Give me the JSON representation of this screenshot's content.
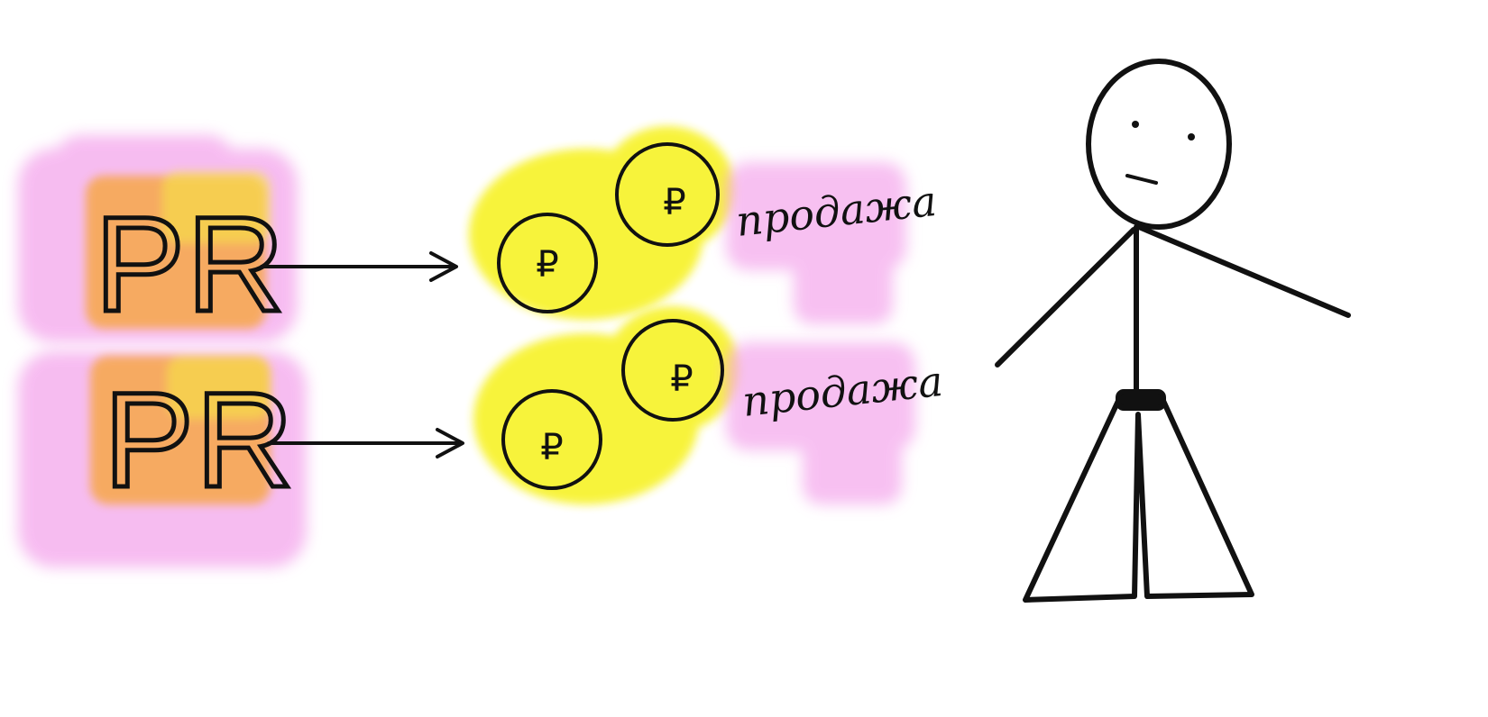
{
  "diagram": {
    "sources": [
      {
        "label": "PR"
      },
      {
        "label": "PR"
      }
    ],
    "coin_symbol": "₽",
    "sales": [
      {
        "label": "продажа"
      },
      {
        "label": "продажа"
      }
    ],
    "colors": {
      "pink": "#f4a6ec",
      "orange": "#f7a74a",
      "yellow": "#f7f227",
      "ink": "#111111"
    },
    "icons": [
      "arrow-icon",
      "coin-icon",
      "stick-figure-icon"
    ]
  }
}
